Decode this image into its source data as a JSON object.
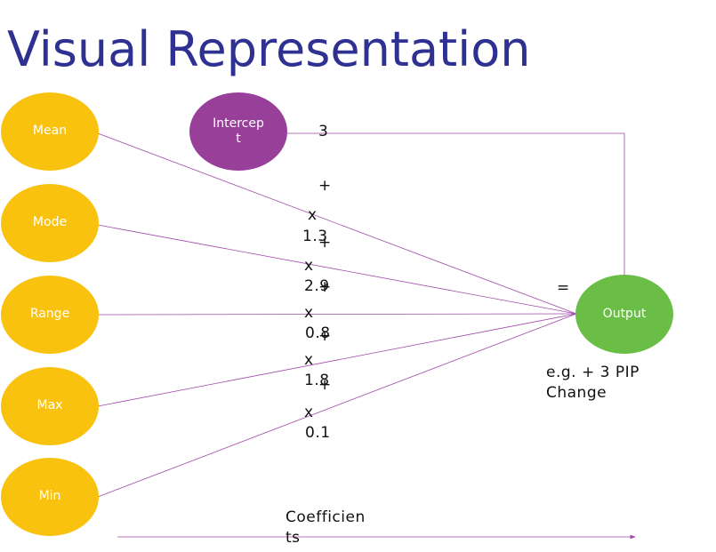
{
  "title": "Visual Representation",
  "colors": {
    "title": "#2e3092",
    "input_node": "#f9c20f",
    "intercept_node": "#983f9a",
    "output_node": "#6abd45",
    "line": "#a04aa8"
  },
  "inputs": [
    {
      "label": "Mean"
    },
    {
      "label": "Mode"
    },
    {
      "label": "Range"
    },
    {
      "label": "Max"
    },
    {
      "label": "Min"
    }
  ],
  "intercept": {
    "label": "Intercep t",
    "value": "3"
  },
  "coefficients": [
    {
      "op": "+",
      "mult": "x",
      "value": "1.3"
    },
    {
      "op": "+",
      "mult": "x",
      "value": "2.9"
    },
    {
      "op": "+",
      "mult": "x",
      "value": "0.8"
    },
    {
      "op": "+",
      "mult": "x",
      "value": "1.8"
    },
    {
      "mult": "x",
      "value": "0.1"
    }
  ],
  "equals": "=",
  "output": {
    "label": "Output",
    "example": "e.g. +  3 PIP Change"
  },
  "axis_label": "Coefficien ts"
}
